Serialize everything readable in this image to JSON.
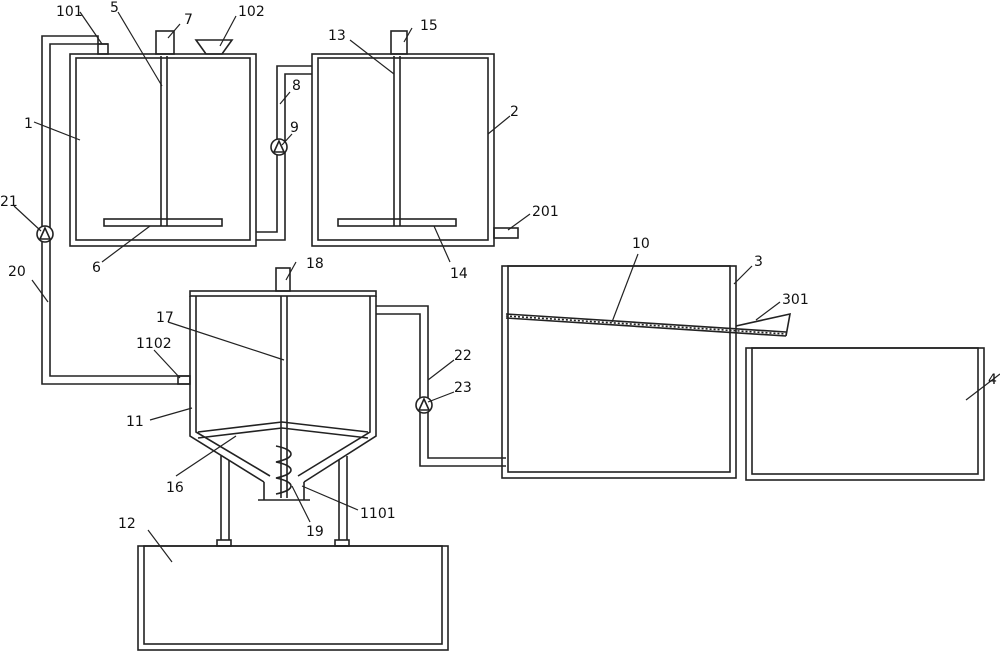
{
  "diagram": {
    "labels": {
      "l101": "101",
      "l5": "5",
      "l7": "7",
      "l102": "102",
      "l13": "13",
      "l15": "15",
      "l1": "1",
      "l8": "8",
      "l9": "9",
      "l2": "2",
      "l21": "21",
      "l201": "201",
      "l6": "6",
      "l14": "14",
      "l20": "20",
      "l18": "18",
      "l10": "10",
      "l3": "3",
      "l301": "301",
      "l17": "17",
      "l1102": "1102",
      "l22": "22",
      "l23": "23",
      "l4": "4",
      "l11": "11",
      "l16": "16",
      "l1101": "1101",
      "l19": "19",
      "l12": "12"
    }
  }
}
